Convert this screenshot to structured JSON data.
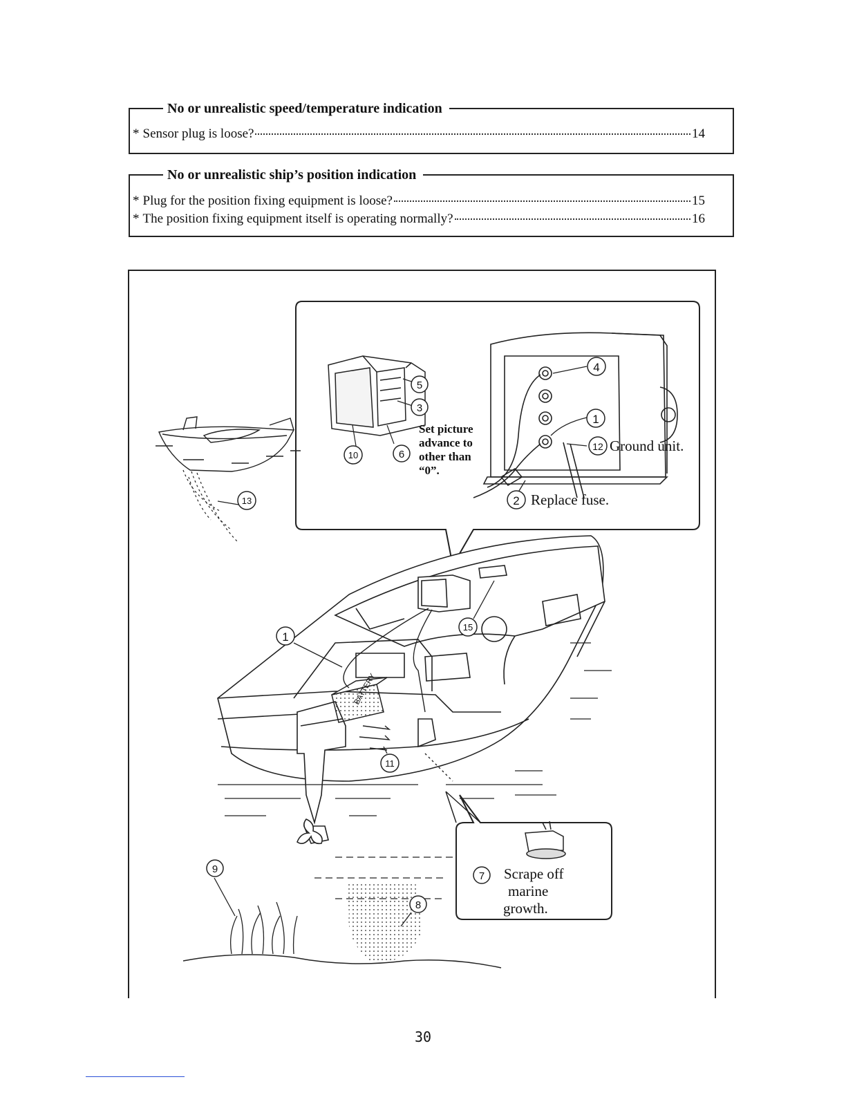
{
  "sections": [
    {
      "title": "No or unrealistic speed/temperature indication",
      "items": [
        {
          "bullet": "*",
          "text": "Sensor plug is loose?",
          "page": "14"
        }
      ]
    },
    {
      "title": "No or unrealistic ship’s position indication",
      "items": [
        {
          "bullet": "*",
          "text": "Plug for the position fixing equipment is loose?",
          "page": "15"
        },
        {
          "bullet": "*",
          "text": "The position fixing equipment itself is operating normally?",
          "page": "16"
        }
      ]
    }
  ],
  "figure": {
    "callouts": {
      "n1": "1",
      "n2": "2",
      "n3": "3",
      "n4": "4",
      "n5": "5",
      "n6": "6",
      "n7": "7",
      "n8": "8",
      "n9": "9",
      "n10": "10",
      "n11": "11",
      "n12": "12",
      "n13": "13",
      "n15": "15"
    },
    "picture_advance_lines": [
      "Set picture",
      "advance to",
      "other than",
      "“0”."
    ],
    "ground_unit": "Ground unit.",
    "replace_fuse": "Replace fuse.",
    "scrape_lines": [
      "Scrape off",
      "marine",
      "growth."
    ],
    "battery_label": "BATTERY"
  },
  "page_number": "30"
}
